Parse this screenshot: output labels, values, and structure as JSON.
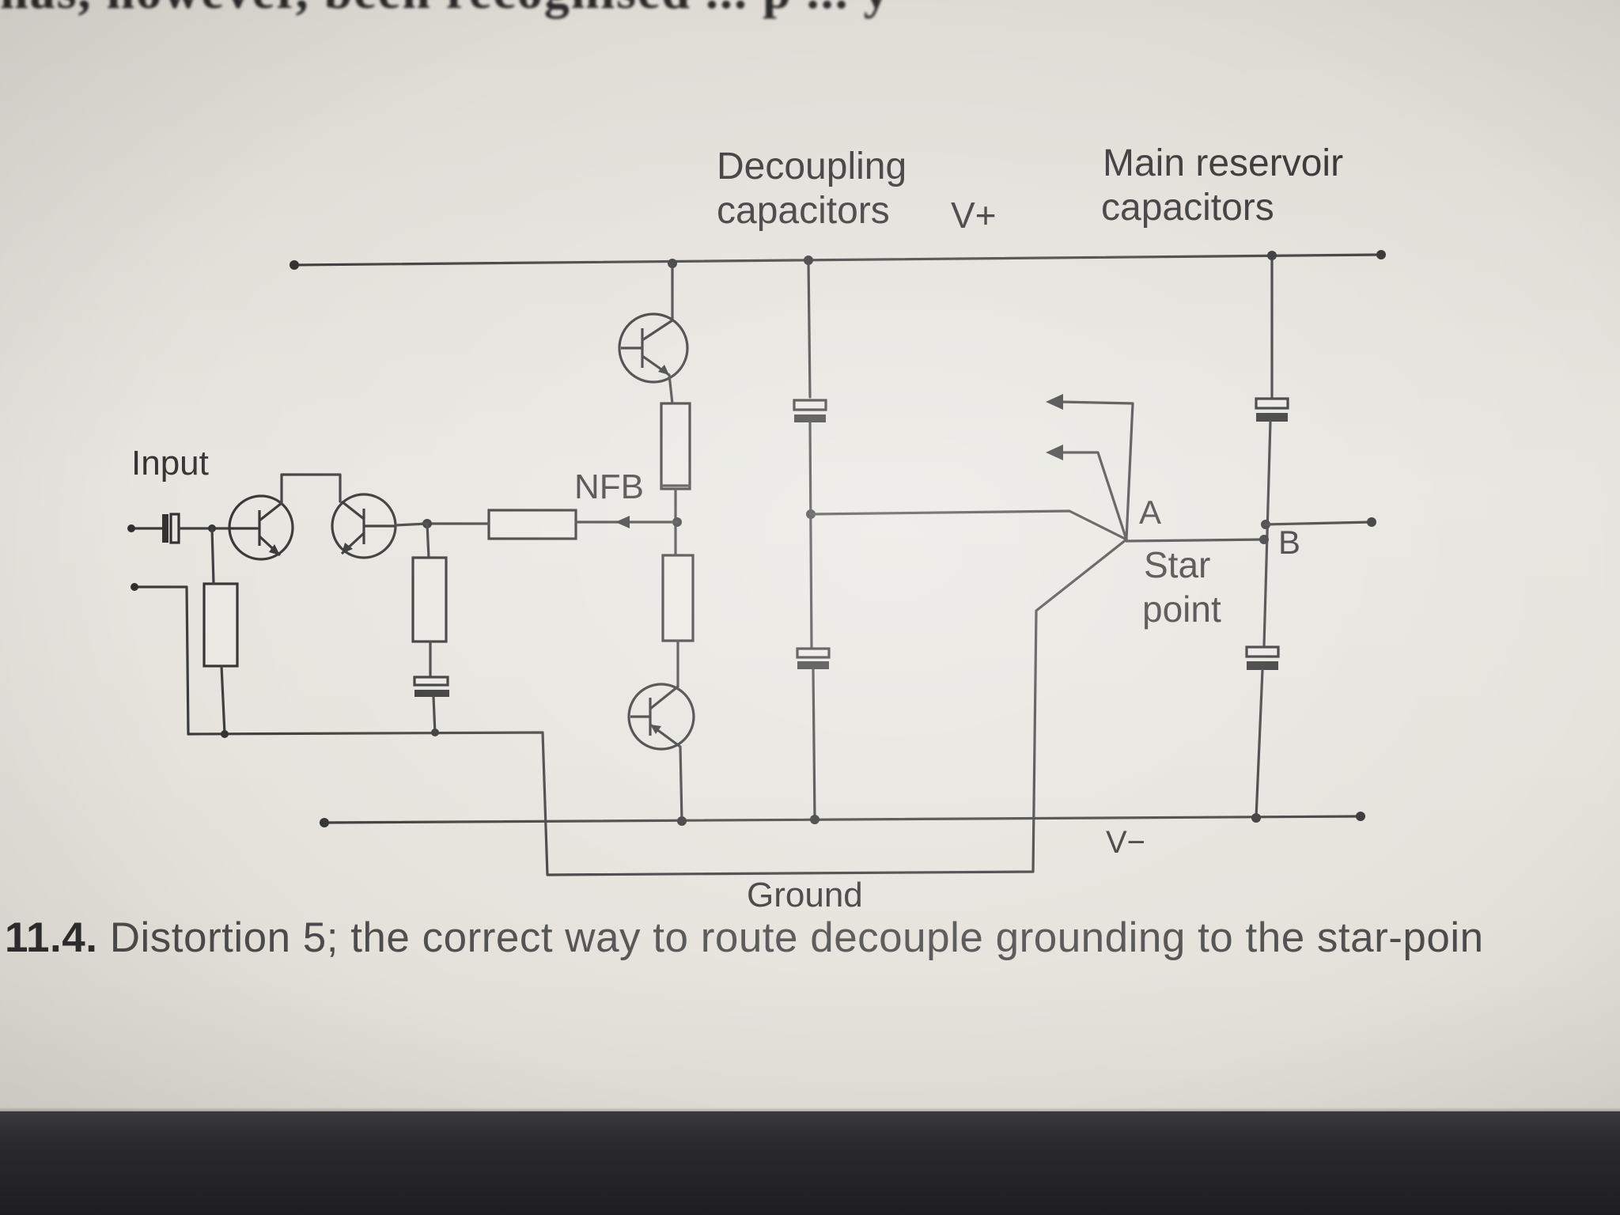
{
  "page": {
    "top_fragment": "has, however, been recognised ... p ... y",
    "caption_number": "11.4.",
    "caption_text": " Distortion 5; the correct way to route decouple grounding to the star-poin"
  },
  "diagram": {
    "labels": {
      "decoupling_line1": "Decoupling",
      "decoupling_line2": "capacitors",
      "vplus": "V+",
      "main_line1": "Main reservoir",
      "main_line2": "capacitors",
      "input": "Input",
      "nfb": "NFB",
      "a": "A",
      "b": "B",
      "star_line1": "Star",
      "star_line2": "point",
      "vminus": "V−",
      "ground": "Ground"
    }
  },
  "colors": {
    "paper": "#e6e4de",
    "ink": "#333333",
    "caption": "#4b4b4b",
    "bezel": "#2a2a2c"
  }
}
